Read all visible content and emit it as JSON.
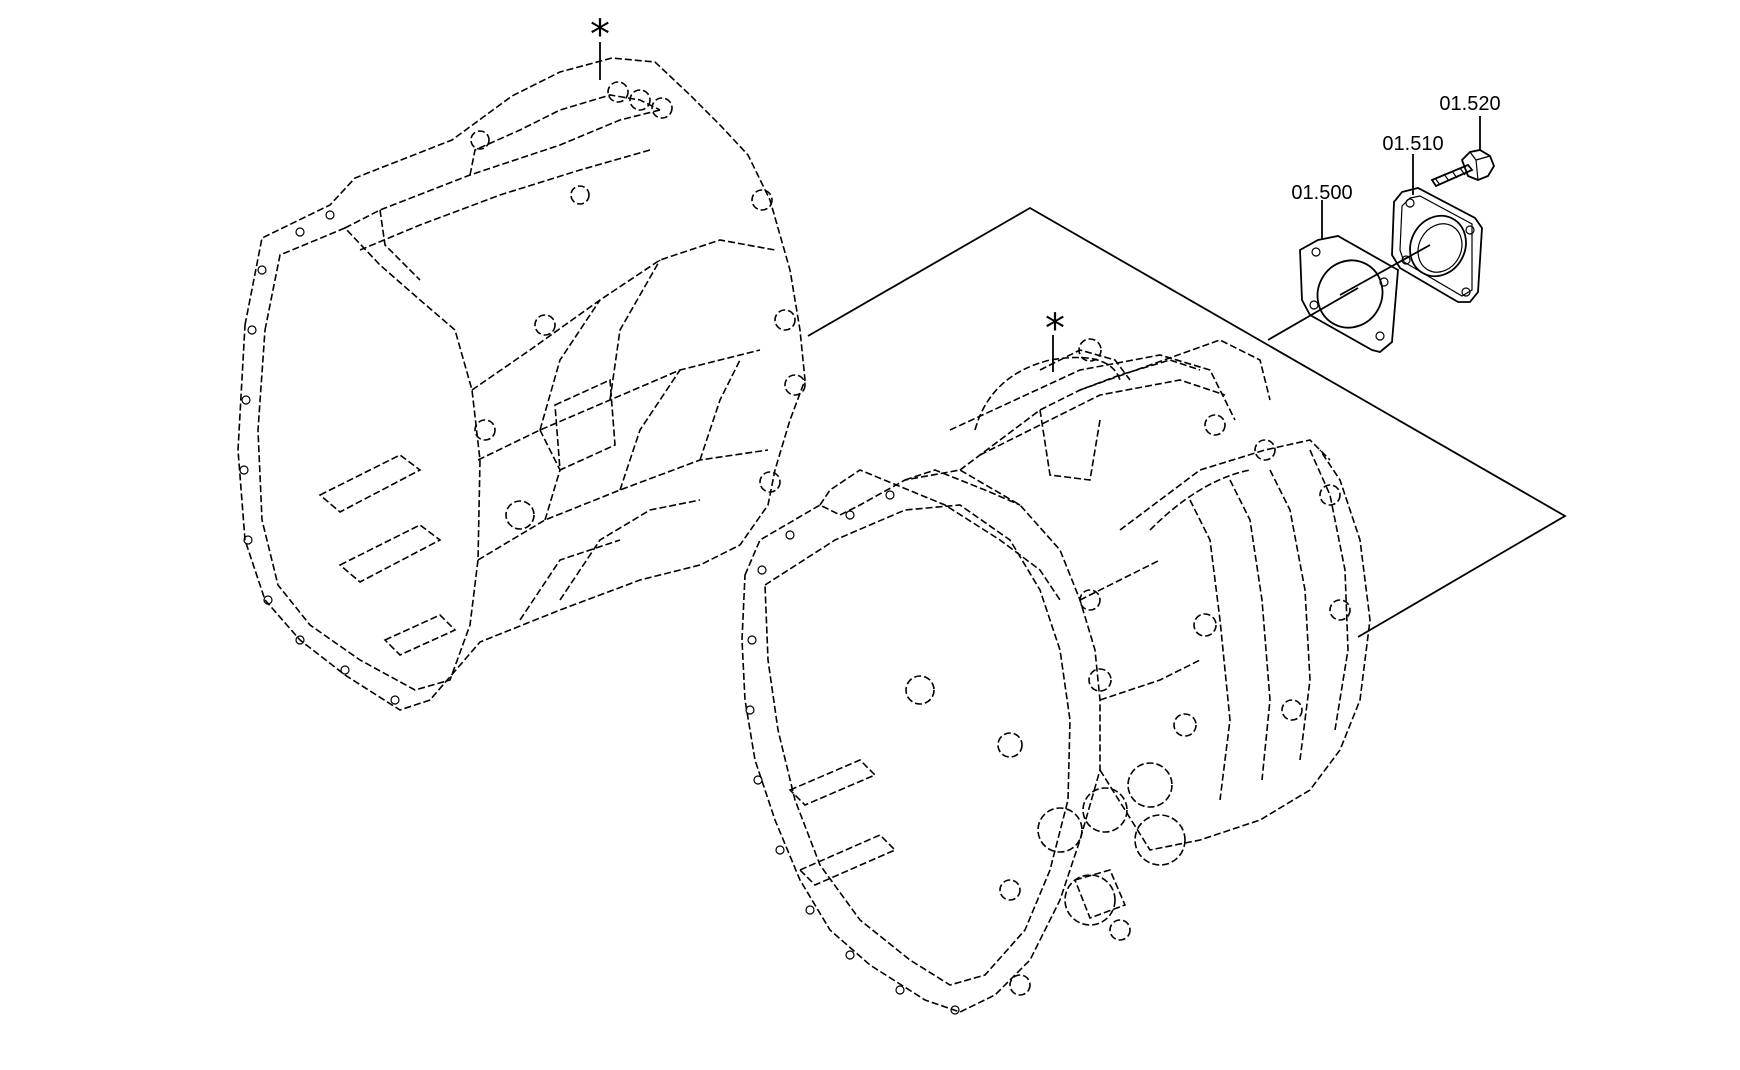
{
  "diagram": {
    "markers": {
      "housing_left_marker": "*",
      "housing_right_marker": "*"
    },
    "parts": [
      {
        "number": "01.500",
        "icon": "gasket-icon"
      },
      {
        "number": "01.510",
        "icon": "cover-plate-icon"
      },
      {
        "number": "01.520",
        "icon": "hex-bolt-icon"
      }
    ],
    "line_color": "#000000",
    "background": "#ffffff"
  }
}
